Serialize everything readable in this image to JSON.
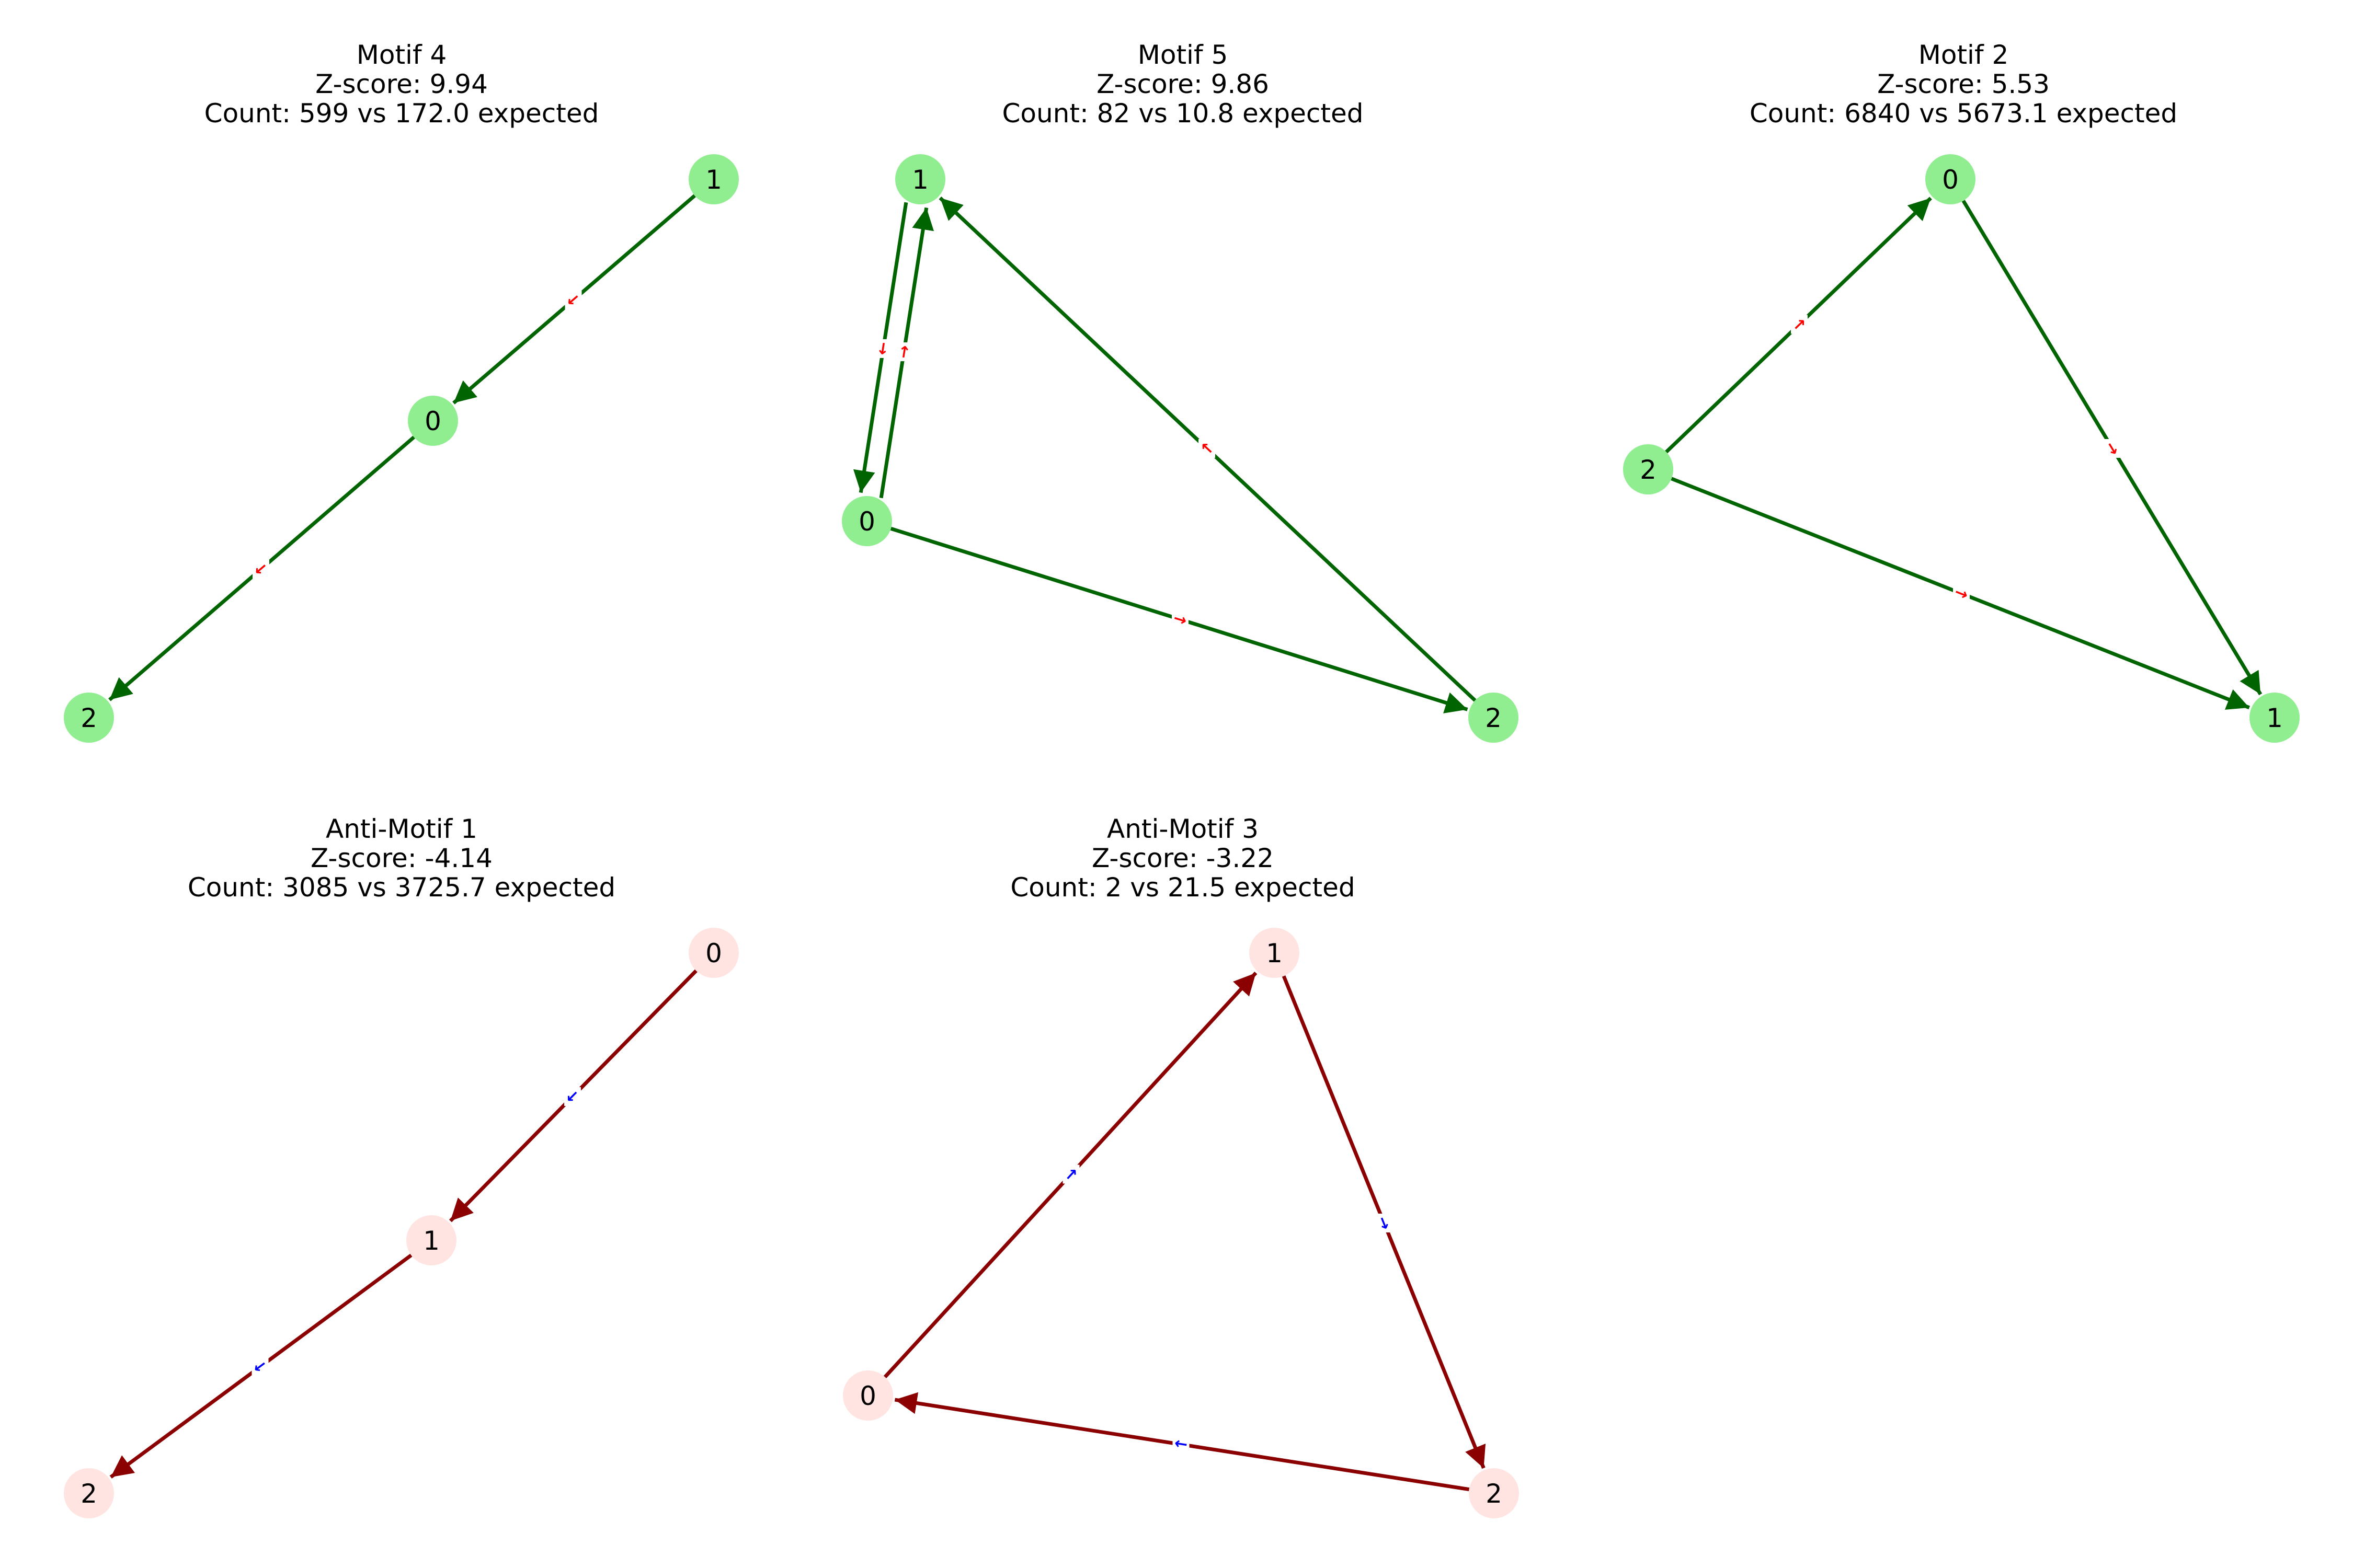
{
  "colors": {
    "motif_node": "#90EE90",
    "motif_edge": "#006400",
    "anti_node": "#FFE4E1",
    "anti_edge": "#8B0000",
    "motif_edge_label": "#FF0000",
    "anti_edge_label": "#0000FF"
  },
  "panels": [
    {
      "title": "Motif 4",
      "zscore": "Z-score: 9.94",
      "count": "Count: 599 vs 172.0 expected",
      "kind": "motif",
      "nodes": [
        {
          "id": "0"
        },
        {
          "id": "1"
        },
        {
          "id": "2"
        }
      ],
      "edges": [
        {
          "from": "1",
          "to": "0",
          "label": "→"
        },
        {
          "from": "0",
          "to": "2",
          "label": "→"
        }
      ]
    },
    {
      "title": "Motif 5",
      "zscore": "Z-score: 9.86",
      "count": "Count: 82 vs 10.8 expected",
      "kind": "motif",
      "nodes": [
        {
          "id": "0"
        },
        {
          "id": "1"
        },
        {
          "id": "2"
        }
      ],
      "edges": [
        {
          "from": "0",
          "to": "1",
          "label": "→"
        },
        {
          "from": "1",
          "to": "0",
          "label": "→"
        },
        {
          "from": "0",
          "to": "2",
          "label": "→"
        },
        {
          "from": "2",
          "to": "1",
          "label": "→"
        }
      ]
    },
    {
      "title": "Motif 2",
      "zscore": "Z-score: 5.53",
      "count": "Count: 6840 vs 5673.1 expected",
      "kind": "motif",
      "nodes": [
        {
          "id": "0"
        },
        {
          "id": "1"
        },
        {
          "id": "2"
        }
      ],
      "edges": [
        {
          "from": "2",
          "to": "0",
          "label": "→"
        },
        {
          "from": "0",
          "to": "1",
          "label": "→"
        },
        {
          "from": "2",
          "to": "1",
          "label": "→"
        }
      ]
    },
    {
      "title": "Anti-Motif 1",
      "zscore": "Z-score: -4.14",
      "count": "Count: 3085 vs 3725.7 expected",
      "kind": "anti",
      "nodes": [
        {
          "id": "0"
        },
        {
          "id": "1"
        },
        {
          "id": "2"
        }
      ],
      "edges": [
        {
          "from": "0",
          "to": "1",
          "label": "→"
        },
        {
          "from": "1",
          "to": "2",
          "label": "→"
        }
      ]
    },
    {
      "title": "Anti-Motif 3",
      "zscore": "Z-score: -3.22",
      "count": "Count: 2 vs 21.5 expected",
      "kind": "anti",
      "nodes": [
        {
          "id": "0"
        },
        {
          "id": "1"
        },
        {
          "id": "2"
        }
      ],
      "edges": [
        {
          "from": "0",
          "to": "1",
          "label": "→"
        },
        {
          "from": "1",
          "to": "2",
          "label": "→"
        },
        {
          "from": "2",
          "to": "0",
          "label": "→"
        }
      ]
    }
  ]
}
